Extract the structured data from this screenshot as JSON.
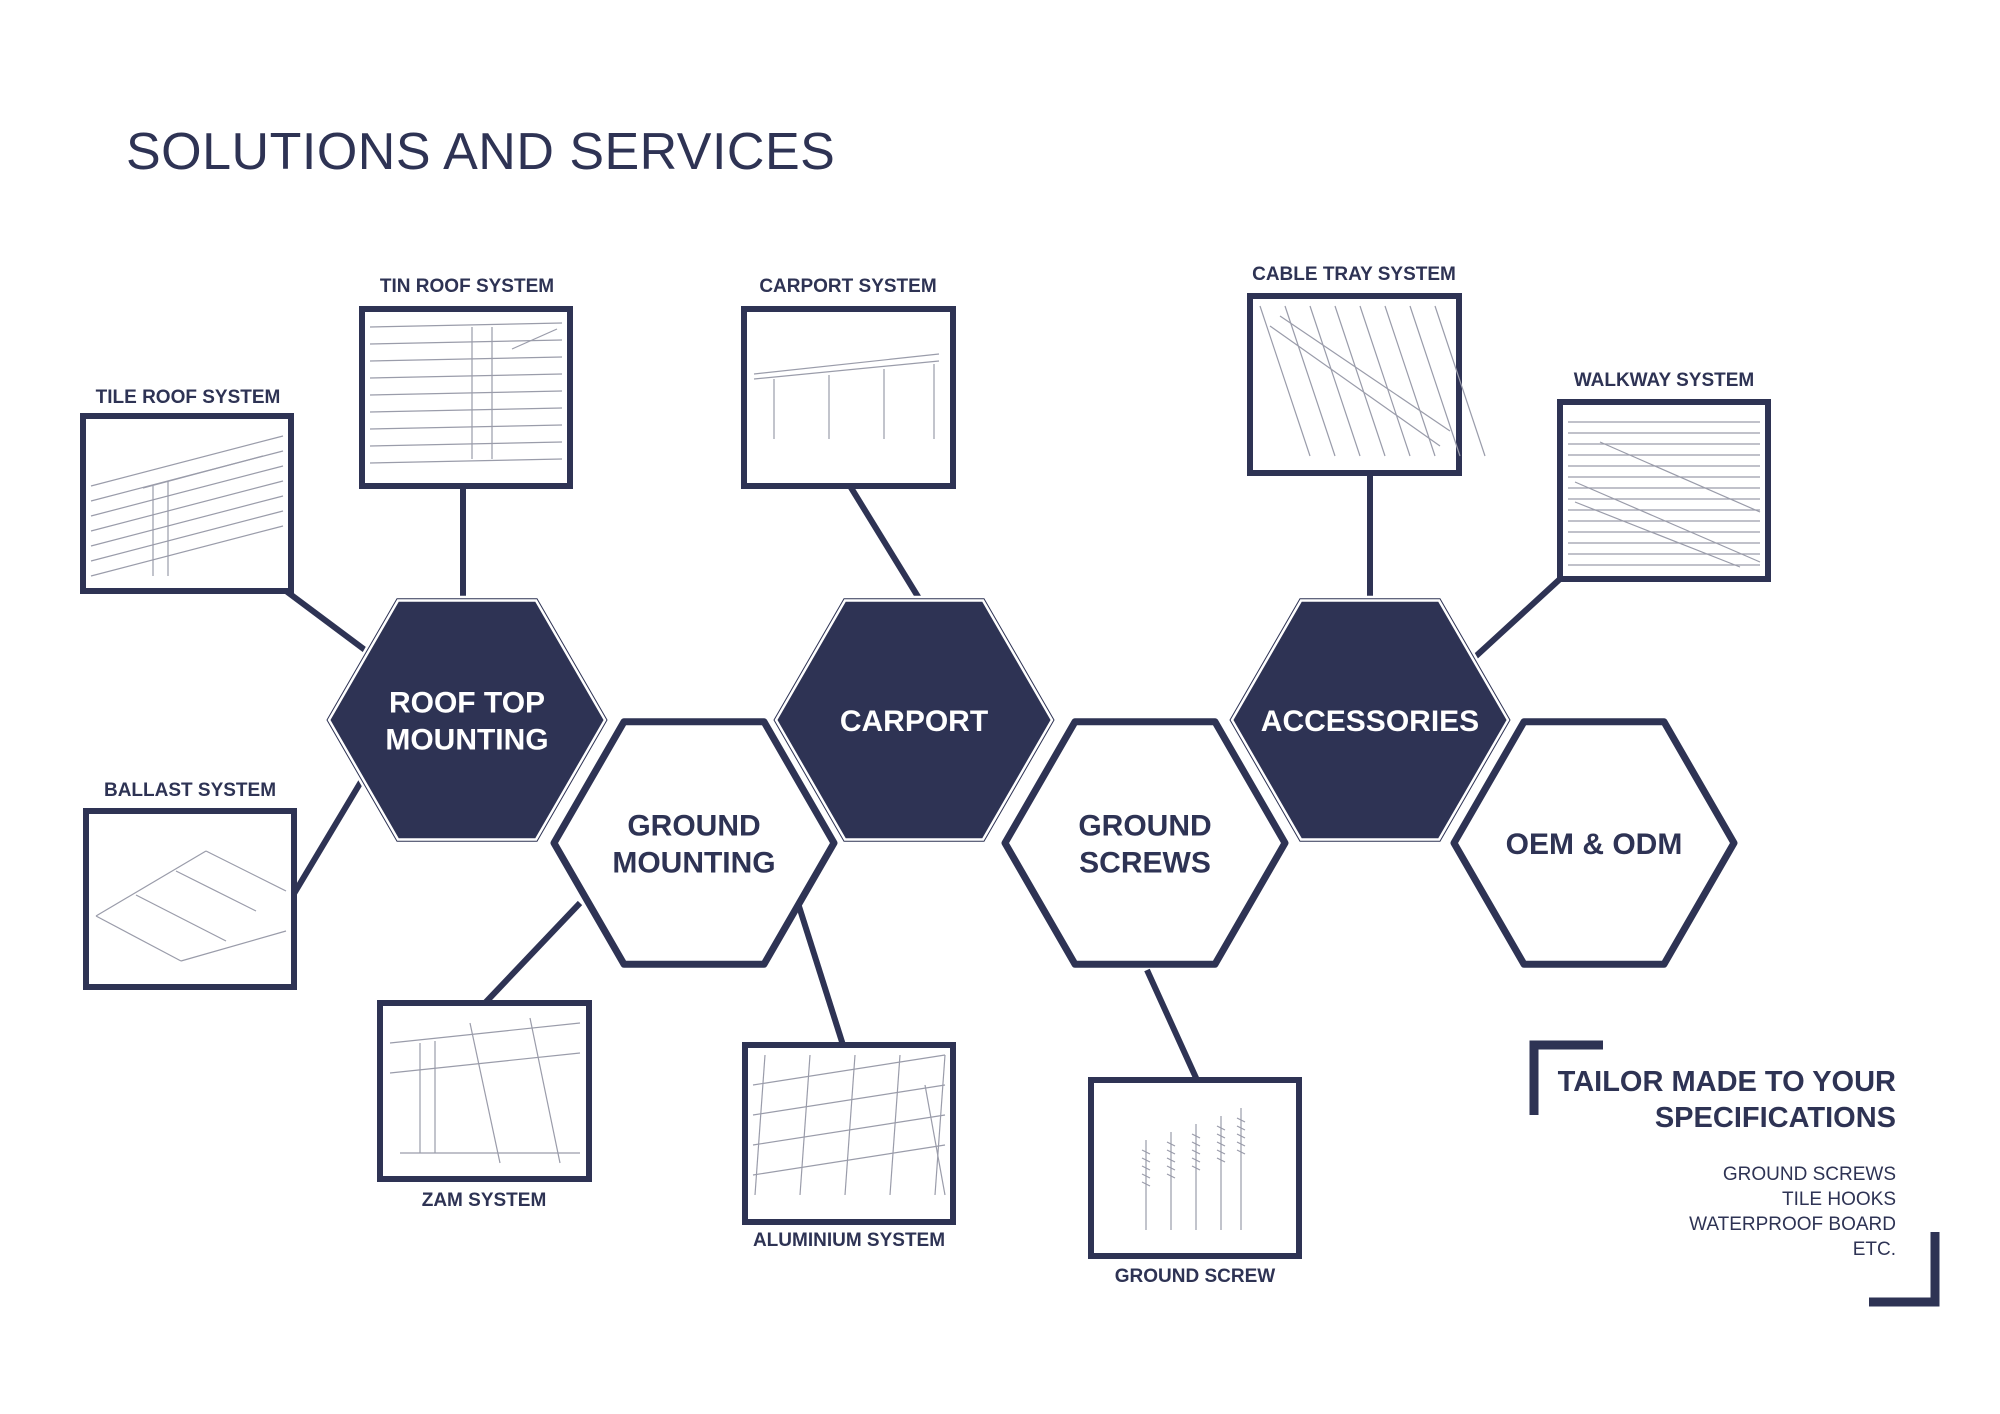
{
  "page": {
    "title": "SOLUTIONS AND SERVICES"
  },
  "colors": {
    "navy": "#2e3354",
    "white": "#ffffff",
    "sketch": "#9a9caa"
  },
  "hexagons": [
    {
      "id": "roof-top-mounting",
      "lines": [
        "ROOF TOP",
        "MOUNTING"
      ],
      "filled": true
    },
    {
      "id": "ground-mounting",
      "lines": [
        "GROUND",
        "MOUNTING"
      ],
      "filled": false
    },
    {
      "id": "carport",
      "lines": [
        "CARPORT"
      ],
      "filled": true
    },
    {
      "id": "ground-screws",
      "lines": [
        "GROUND",
        "SCREWS"
      ],
      "filled": false
    },
    {
      "id": "accessories",
      "lines": [
        "ACCESSORIES"
      ],
      "filled": true
    },
    {
      "id": "oem-odm",
      "lines": [
        "OEM & ODM"
      ],
      "filled": false
    }
  ],
  "systems": [
    {
      "id": "tile-roof-system",
      "label": "TILE ROOF SYSTEM",
      "icon": "tile-roof-sketch-icon"
    },
    {
      "id": "tin-roof-system",
      "label": "TIN ROOF SYSTEM",
      "icon": "tin-roof-sketch-icon"
    },
    {
      "id": "ballast-system",
      "label": "BALLAST SYSTEM",
      "icon": "ballast-sketch-icon"
    },
    {
      "id": "carport-system",
      "label": "CARPORT SYSTEM",
      "icon": "carport-sketch-icon"
    },
    {
      "id": "zam-system",
      "label": "ZAM SYSTEM",
      "icon": "zam-sketch-icon"
    },
    {
      "id": "aluminium-system",
      "label": "ALUMINIUM SYSTEM",
      "icon": "aluminium-sketch-icon"
    },
    {
      "id": "ground-screw",
      "label": "GROUND SCREW",
      "icon": "ground-screw-sketch-icon"
    },
    {
      "id": "cable-tray-system",
      "label": "CABLE TRAY SYSTEM",
      "icon": "cable-tray-sketch-icon"
    },
    {
      "id": "walkway-system",
      "label": "WALKWAY SYSTEM",
      "icon": "walkway-sketch-icon"
    }
  ],
  "tailor": {
    "title_lines": [
      "TAILOR MADE TO YOUR",
      "SPECIFICATIONS"
    ],
    "items": [
      "GROUND SCREWS",
      "TILE HOOKS",
      "WATERPROOF BOARD",
      "ETC."
    ]
  }
}
